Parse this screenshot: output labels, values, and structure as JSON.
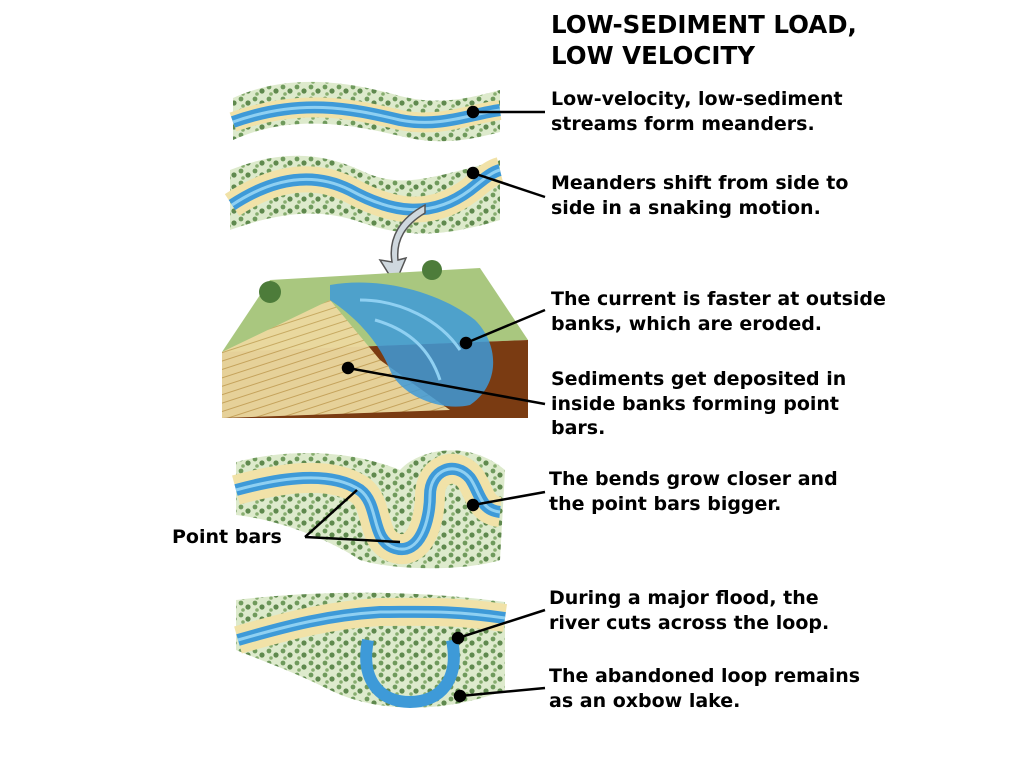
{
  "title": {
    "line1": "LOW-SEDIMENT LOAD,",
    "line2": "LOW VELOCITY"
  },
  "captions": [
    {
      "line1": "Low-velocity, low-sediment",
      "line2": "streams form meanders."
    },
    {
      "line1": "Meanders shift from side to",
      "line2": "side in a snaking motion."
    },
    {
      "line1": "The current is faster at outside",
      "line2": "banks, which are eroded."
    },
    {
      "line1": "Sediments get deposited in",
      "line2": "inside banks  forming point",
      "line3": "bars."
    },
    {
      "line1": "The bends grow closer and",
      "line2": "the point bars bigger."
    },
    {
      "line1": "During a major flood, the",
      "line2": "river cuts across the loop."
    },
    {
      "line1": "The abandoned loop remains",
      "line2": "as an oxbow lake."
    }
  ],
  "point_bars_label": "Point bars",
  "colors": {
    "water": "#3e9ad8",
    "water_light": "#8fd0f2",
    "sand": "#f1e2a8",
    "vegetation": "#5f8f4a",
    "vegetation_light": "#cfe3b5",
    "soil": "#7a3b12",
    "ground_top": "#a9c77f",
    "leader": "#000000"
  }
}
